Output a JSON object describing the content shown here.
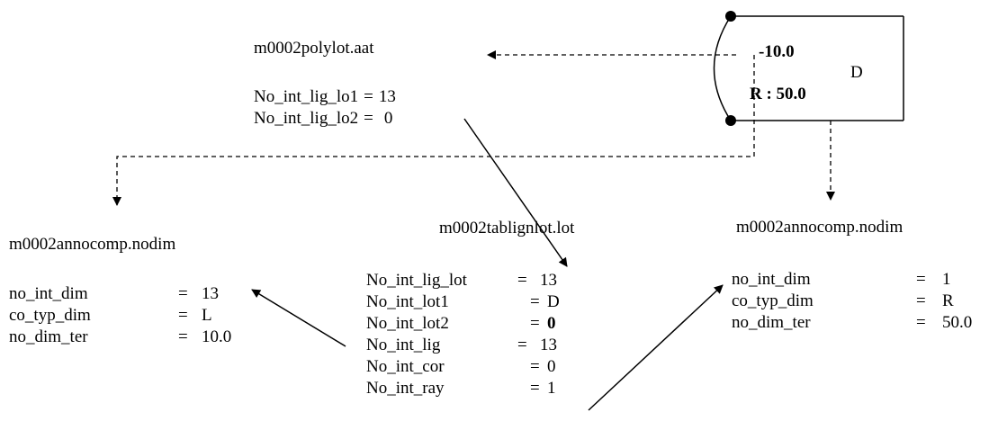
{
  "diagram": {
    "polylot": {
      "title": "m0002polylot.aat",
      "rows": [
        {
          "field": "No_int_lig_lo1",
          "eq": "=",
          "value": "13"
        },
        {
          "field": "No_int_lig_lo2",
          "eq": "=",
          "value": "0"
        }
      ]
    },
    "annocomp_left": {
      "title": "m0002annocomp.nodim",
      "rows": [
        {
          "field": "no_int_dim",
          "eq": "=",
          "value": "13"
        },
        {
          "field": "co_typ_dim",
          "eq": "=",
          "value": "L"
        },
        {
          "field": "no_dim_ter",
          "eq": "=",
          "value": "10.0"
        }
      ]
    },
    "tablignlot": {
      "title": "m0002tablignlot.lot",
      "rows": [
        {
          "field": "No_int_lig_lot",
          "eq": "=",
          "value": "13"
        },
        {
          "field": "No_int_lot1",
          "eq": "=",
          "value": "D"
        },
        {
          "field": "No_int_lot2",
          "eq": "=",
          "value": "0"
        },
        {
          "field": "No_int_lig",
          "eq": "=",
          "value": "13"
        },
        {
          "field": "No_int_cor",
          "eq": "=",
          "value": "0"
        },
        {
          "field": "No_int_ray",
          "eq": "=",
          "value": "1"
        }
      ]
    },
    "annocomp_right": {
      "title": "m0002annocomp.nodim",
      "rows": [
        {
          "field": "no_int_dim",
          "eq": "=",
          "value": "1"
        },
        {
          "field": "co_typ_dim",
          "eq": "=",
          "value": "R"
        },
        {
          "field": "no_dim_ter",
          "eq": "=",
          "value": "50.0"
        }
      ]
    },
    "lot_box": {
      "dim_length": "-10.0",
      "dim_radius": "R : 50.0",
      "lot_label": "D"
    }
  }
}
